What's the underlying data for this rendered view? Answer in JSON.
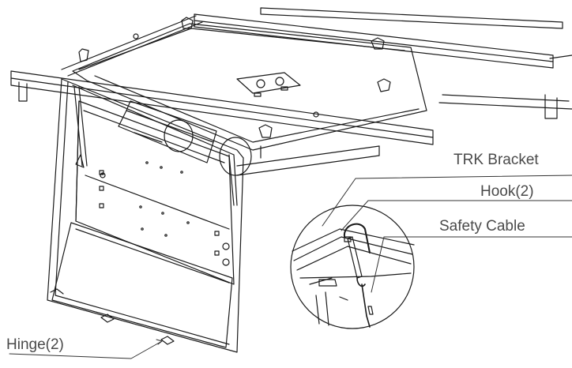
{
  "diagram": {
    "labels": {
      "trk_bracket": "TRK Bracket",
      "hook": "Hook(2)",
      "safety_cable": "Safety Cable",
      "hinge": "Hinge(2)"
    },
    "colors": {
      "line": "#1a1a1a",
      "label_text": "#4a4a4a",
      "background": "#ffffff"
    }
  }
}
